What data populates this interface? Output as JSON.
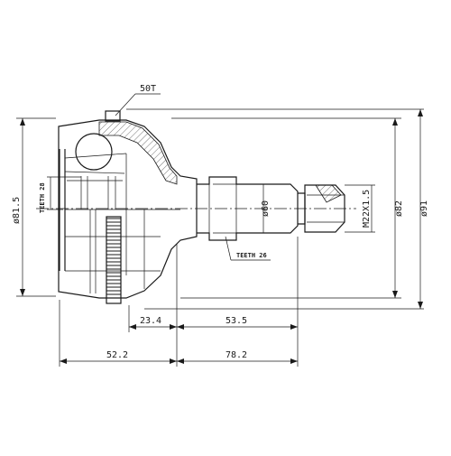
{
  "labels": {
    "abs_ring": "50T",
    "teeth_inner": "TEETH 28",
    "teeth_outer": "TEETH 26",
    "dia_body": "ø81.5",
    "dia_shaft": "ø60",
    "thread": "M22X1.5",
    "dia_seal": "ø82",
    "dia_max": "ø91",
    "len_short": "23.4",
    "len_shaft": "53.5",
    "len_body": "52.2",
    "len_total": "78.2"
  }
}
